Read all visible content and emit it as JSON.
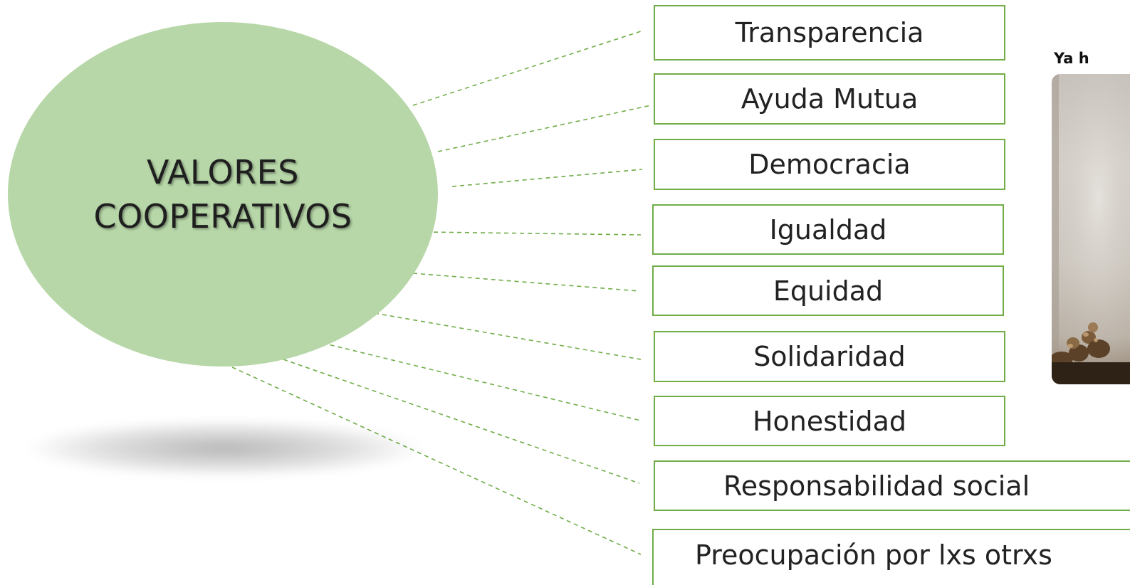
{
  "center": {
    "title": "VALORES\nCOOPERATIVOS"
  },
  "values": [
    "Transparencia",
    "Ayuda Mutua",
    "Democracia",
    "Igualdad",
    "Equidad",
    "Solidaridad",
    "Honestidad",
    "Responsabilidad social",
    "Preocupación por lxs otrxs"
  ],
  "photo": {
    "caption": "Ya h"
  },
  "colors": {
    "ellipse_fill": "#b7d7a8",
    "box_border": "#70ad47",
    "connector": "#70ad47"
  }
}
